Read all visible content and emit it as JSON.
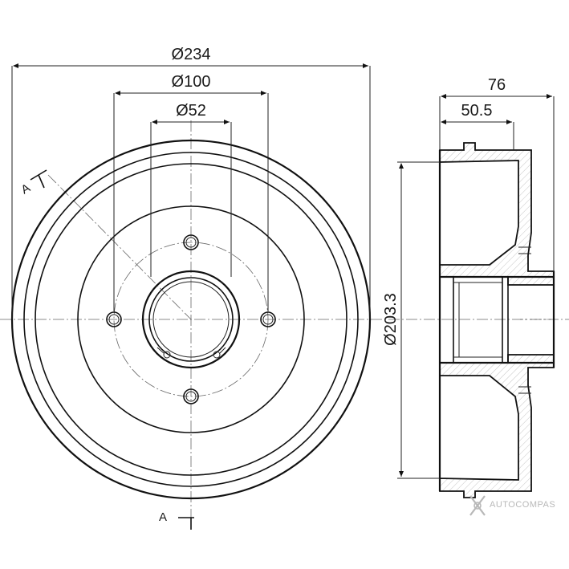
{
  "dimensions": {
    "outer_diameter": "Ø234",
    "bolt_circle": "Ø100",
    "center_bore": "Ø52",
    "overall_height": "76",
    "hub_height": "50.5",
    "drum_inner_diameter": "Ø203.3"
  },
  "section_labels": {
    "top": "A",
    "bottom": "A"
  },
  "watermark": {
    "text": "AUTOCOMPAS"
  }
}
